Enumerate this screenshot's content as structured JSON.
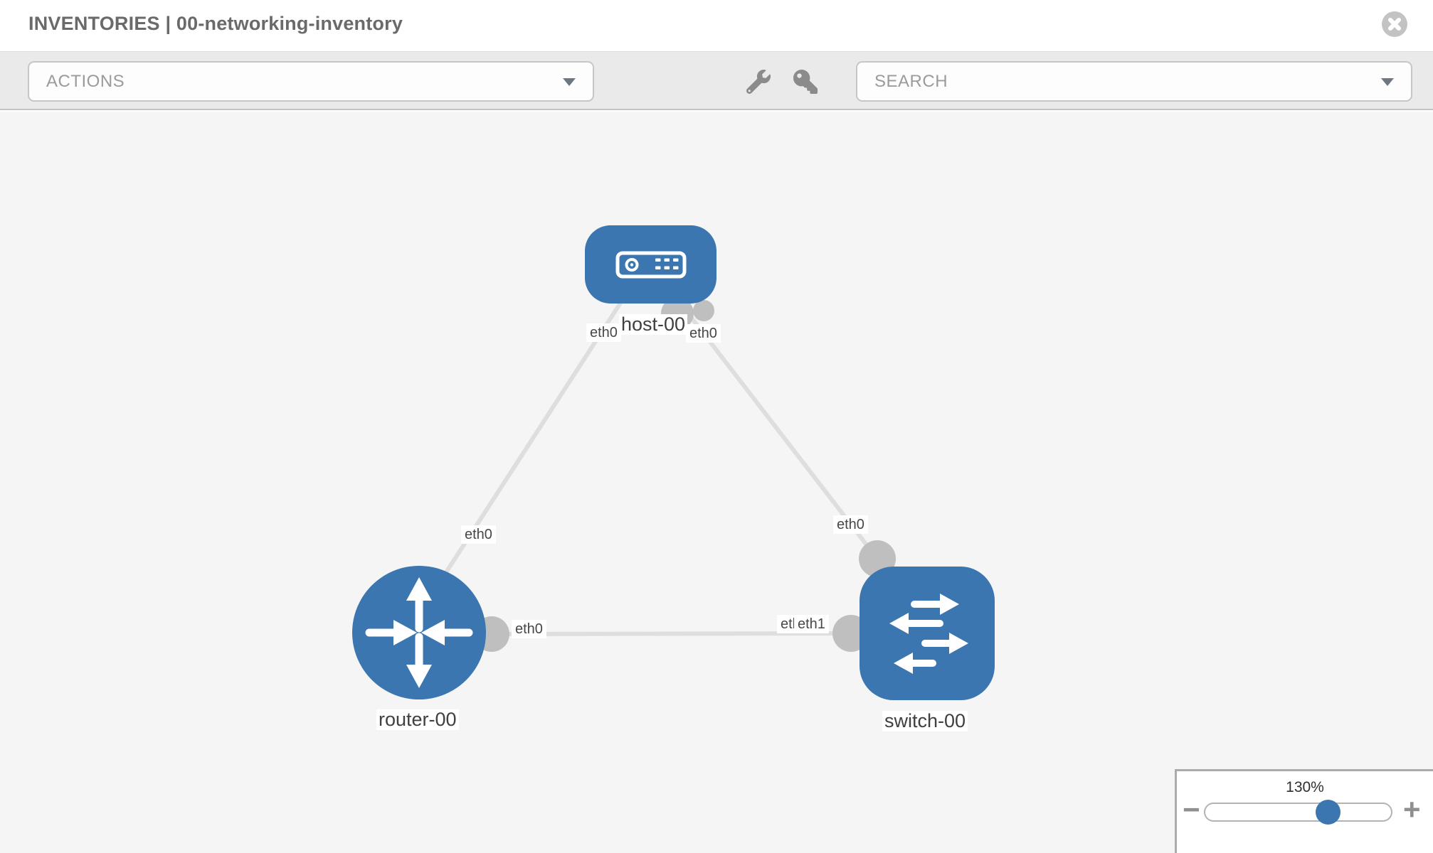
{
  "header": {
    "title": "INVENTORIES | 00-networking-inventory"
  },
  "toolbar": {
    "actions_label": "ACTIONS",
    "search_label": "SEARCH"
  },
  "diagram": {
    "nodes": [
      {
        "id": "host-00",
        "type": "host",
        "label": "host-00"
      },
      {
        "id": "router-00",
        "type": "router",
        "label": "router-00"
      },
      {
        "id": "switch-00",
        "type": "switch",
        "label": "switch-00"
      }
    ],
    "links": [
      {
        "from": "host-00",
        "to": "router-00",
        "from_iface": "eth0",
        "to_iface": "eth0"
      },
      {
        "from": "host-00",
        "to": "switch-00",
        "from_iface": "eth0",
        "to_iface": "eth0"
      },
      {
        "from": "router-00",
        "to": "switch-00",
        "from_iface": "eth0",
        "to_iface": "eth1"
      }
    ],
    "iface_labels": [
      {
        "text": "eth0"
      },
      {
        "text": "eth0"
      },
      {
        "text": "eth0"
      },
      {
        "text": "eth0"
      },
      {
        "text": "eth0"
      },
      {
        "text": "eth0"
      },
      {
        "text": "eth1"
      }
    ]
  },
  "zoom": {
    "value": "130%",
    "minus_label": "−",
    "plus_label": "+"
  },
  "colors": {
    "node_blue": "#3b76b1",
    "port_gray": "#bfbfbf",
    "link_gray": "#dedede",
    "canvas_bg": "#f5f5f5",
    "toolbar_bg": "#eaeaea",
    "title_gray": "#6a6a6a"
  }
}
